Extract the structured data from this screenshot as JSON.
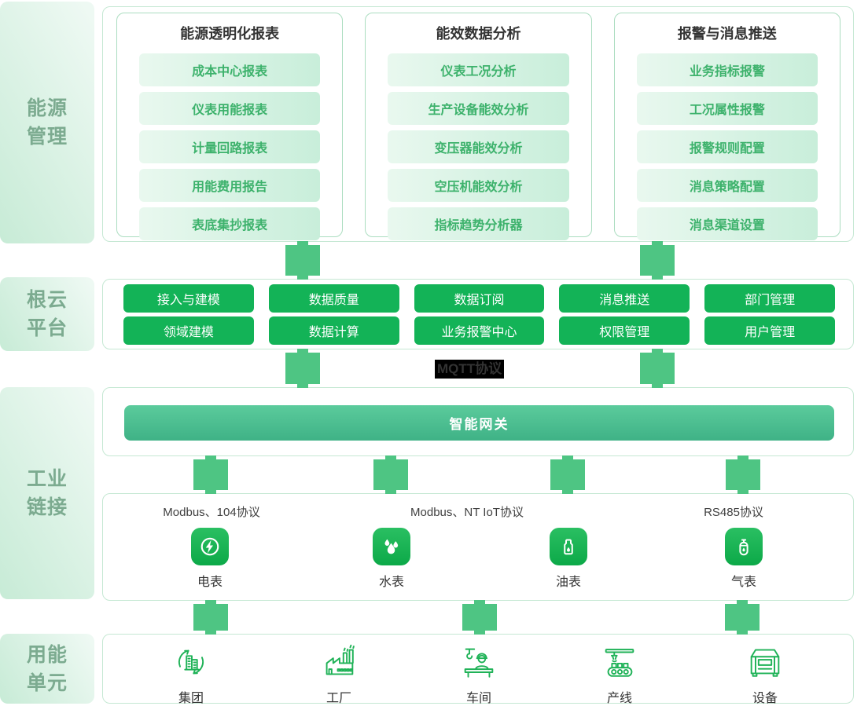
{
  "sidebar": {
    "items": [
      {
        "line1": "能源",
        "line2": "管理"
      },
      {
        "line1": "根云",
        "line2": "平台"
      },
      {
        "line1": "工业",
        "line2": "链接"
      },
      {
        "line1": "用能",
        "line2": "单元"
      }
    ]
  },
  "cards": [
    {
      "title": "能源透明化报表",
      "items": [
        "成本中心报表",
        "仪表用能报表",
        "计量回路报表",
        "用能费用报告",
        "表底集抄报表"
      ]
    },
    {
      "title": "能效数据分析",
      "items": [
        "仪表工况分析",
        "生产设备能效分析",
        "变压器能效分析",
        "空压机能效分析",
        "指标趋势分析器"
      ]
    },
    {
      "title": "报警与消息推送",
      "items": [
        "业务指标报警",
        "工况属性报警",
        "报警规则配置",
        "消息策略配置",
        "消息渠道设置"
      ]
    }
  ],
  "platform": {
    "rows": [
      [
        "接入与建模",
        "数据质量",
        "数据订阅",
        "消息推送",
        "部门管理"
      ],
      [
        "领域建模",
        "数据计算",
        "业务报警中心",
        "权限管理",
        "用户管理"
      ]
    ]
  },
  "mqtt_label": "MQTT协议",
  "gateway_label": "智能网关",
  "protocols": [
    "Modbus、104协议",
    "Modbus、NT IoT协议",
    "RS485协议"
  ],
  "meters": [
    {
      "label": "电表",
      "icon": "electric-meter-icon"
    },
    {
      "label": "水表",
      "icon": "water-meter-icon"
    },
    {
      "label": "油表",
      "icon": "oil-meter-icon"
    },
    {
      "label": "气表",
      "icon": "gas-meter-icon"
    }
  ],
  "units": [
    {
      "label": "集团",
      "icon": "group-icon"
    },
    {
      "label": "工厂",
      "icon": "factory-icon"
    },
    {
      "label": "车间",
      "icon": "workshop-icon"
    },
    {
      "label": "产线",
      "icon": "production-line-icon"
    },
    {
      "label": "设备",
      "icon": "equipment-icon"
    }
  ],
  "colors": {
    "accent_green": "#13b357",
    "connector_green": "#4ec583",
    "light_green_border": "#c5e8d3",
    "pill_text_green": "#3db26c",
    "sidebar_text_green": "#7cab90",
    "gateway_gradient_start": "#5bcb9c",
    "gateway_gradient_end": "#3fb286",
    "mqtt_bg": "#000000",
    "title_text": "#333333"
  }
}
